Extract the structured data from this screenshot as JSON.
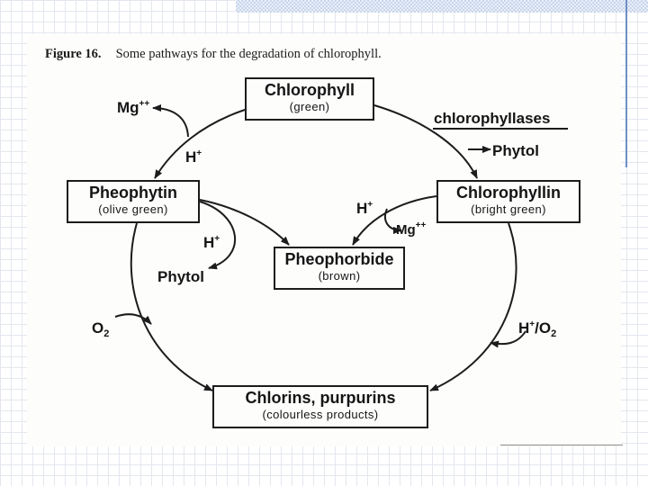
{
  "figure": {
    "label": "Figure 16.",
    "text": "Some pathways for the degradation of chlorophyll."
  },
  "nodes": {
    "chlorophyll": {
      "name": "Chlorophyll",
      "note": "(green)"
    },
    "pheophytin": {
      "name": "Pheophytin",
      "note": "(olive green)"
    },
    "chlorophyllin": {
      "name": "Chlorophyllin",
      "note": "(bright green)"
    },
    "pheophorbide": {
      "name": "Pheophorbide",
      "note": "(brown)"
    },
    "chlorins": {
      "name": "Chlorins, purpurins",
      "note": "(colourless products)"
    }
  },
  "labels": {
    "mg": "Mg",
    "mg_charge": "++",
    "h": "H",
    "h_charge": "+",
    "chlorophyllases": "chlorophyllases",
    "phytol": "Phytol",
    "o": "O",
    "o_sub": "2",
    "slash_o": "/O"
  }
}
